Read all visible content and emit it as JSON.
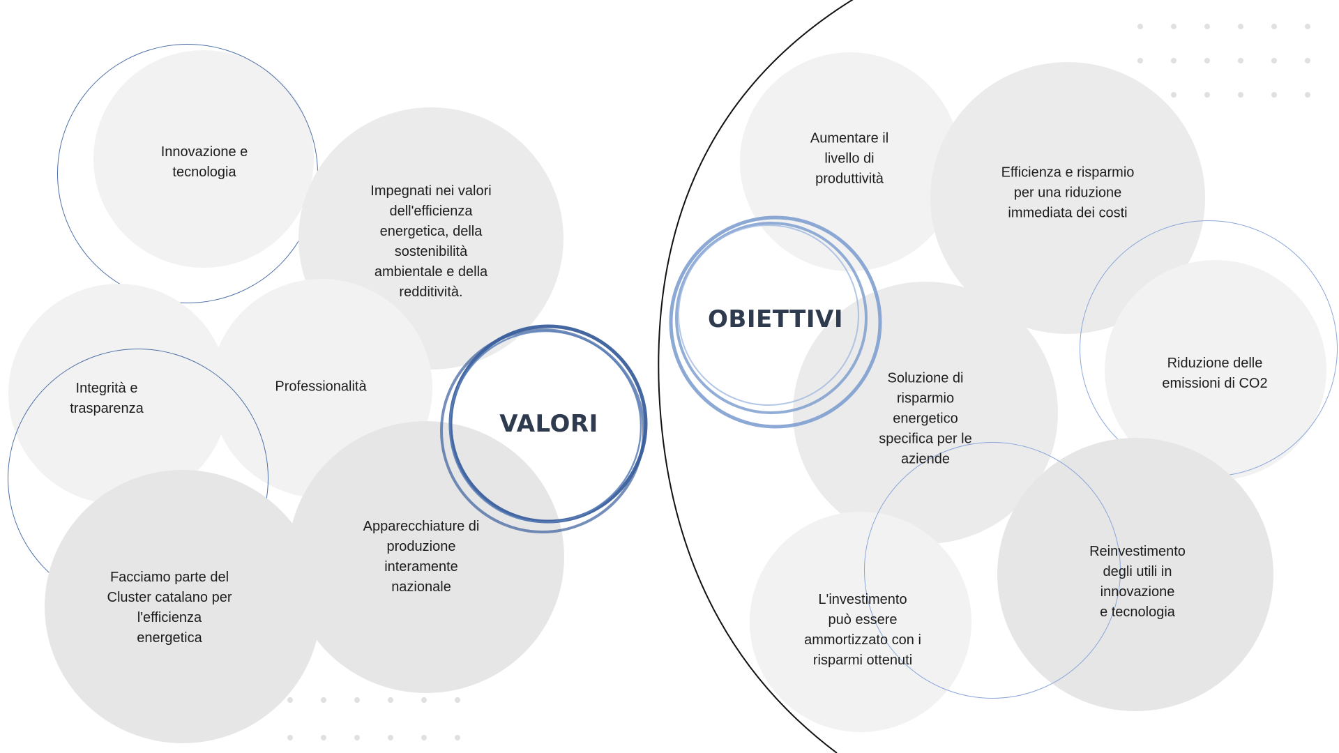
{
  "valori": {
    "title": "VALORI",
    "items": {
      "innovazione": "Innovazione e\ntecnologia",
      "impegnati": "Impegnati nei valori\ndell'efficienza\nenergetica, della\nsostenibilità\nambientale e della\nredditività.",
      "integrita": "Integrità e\ntrasparenza",
      "professionalita": "Professionalità",
      "apparecchiature": "Apparecchiature di\nproduzione\ninteramente\nnazionale",
      "cluster": "Facciamo parte del\nCluster catalano per\nl'efficienza\nenergetica"
    }
  },
  "obiettivi": {
    "title": "OBIETTIVI",
    "items": {
      "produttivita": "Aumentare il\nlivello di\nproduttività",
      "efficienza": "Efficienza e risparmio\nper una riduzione\nimmediata dei costi",
      "soluzione": "Soluzione di\nrisparmio\nenergetico\nspecifica per le\naziende",
      "emissioni": "Riduzione delle\nemissioni di CO2",
      "investimento": "L'investimento\npuò essere\nammortizzato con i\nrisparmi ottenuti",
      "reinvestimento": "Reinvestimento\ndegli utili in\ninnovazione\ne tecnologia"
    }
  },
  "colors": {
    "accent_dark": "#3a5f9c",
    "accent_light": "#7f9fcf",
    "bubble_fill": "#ebebeb",
    "title_text": "#2e3a4e"
  }
}
